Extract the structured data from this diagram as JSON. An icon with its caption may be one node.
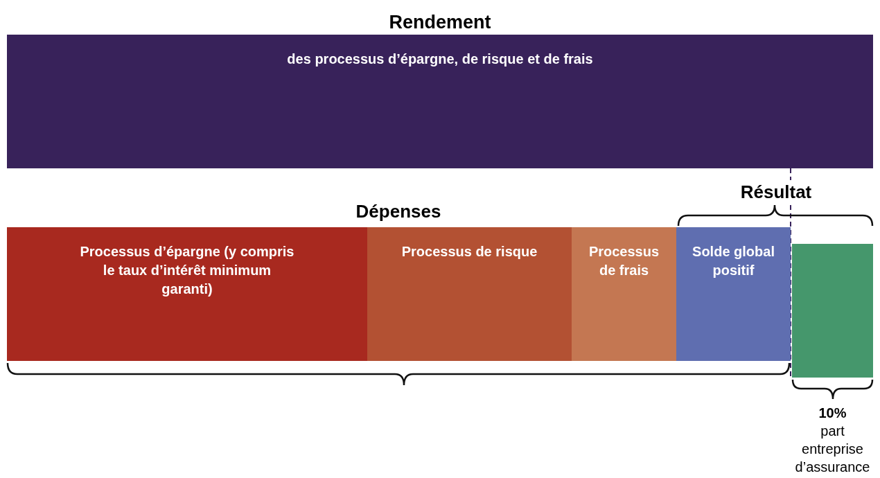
{
  "diagram": {
    "title": "Rendement",
    "nodes": [
      {
        "text": [
          "des processus d’épargne, de risque et de frais"
        ]
      },
      {
        "text": [
          "Processus d’épargne (y compris le taux d’intérêt minimum garanti)"
        ]
      },
      {
        "text": [
          "Processus de risque"
        ]
      },
      {
        "text": [
          "Processus de frais"
        ]
      },
      {
        "text": [
          "Solde global positif"
        ]
      },
      {
        "text": [],
        "shape": "bar",
        "beside": [
          "10%",
          "part entreprise d’assurance"
        ]
      }
    ],
    "labels": [
      "Résultat",
      "Dépenses"
    ]
  }
}
